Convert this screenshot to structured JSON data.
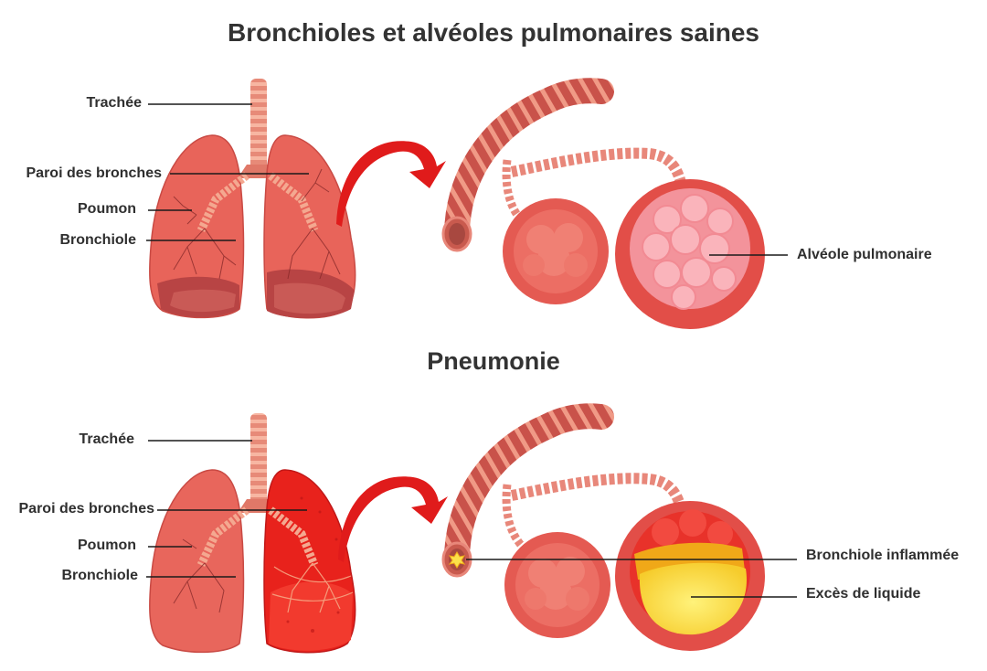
{
  "sections": [
    {
      "title": "Bronchioles et alvéoles pulmonaires saines",
      "labels": {
        "trachea": "Trachée",
        "bronchial_wall": "Paroi des bronches",
        "lung": "Poumon",
        "bronchiole": "Bronchiole",
        "alveolus": "Alvéole pulmonaire"
      }
    },
    {
      "title": "Pneumonie",
      "labels": {
        "trachea": "Trachée",
        "bronchial_wall": "Paroi des bronches",
        "lung": "Poumon",
        "bronchiole": "Bronchiole",
        "inflamed_bronchiole": "Bronchiole inflammée",
        "excess_fluid": "Excès de liquide"
      }
    }
  ],
  "colors": {
    "lung_healthy": "#e8645a",
    "lung_dark": "#b84444",
    "lung_inflamed": "#e8261e",
    "trachea": "#f2a08a",
    "arrow": "#e01b1b",
    "alveolus_healthy": "#f5a0a8",
    "fluid_yellow": "#fbe04a",
    "fluid_orange": "#f0a818",
    "leader_line": "#1a1a1a"
  }
}
